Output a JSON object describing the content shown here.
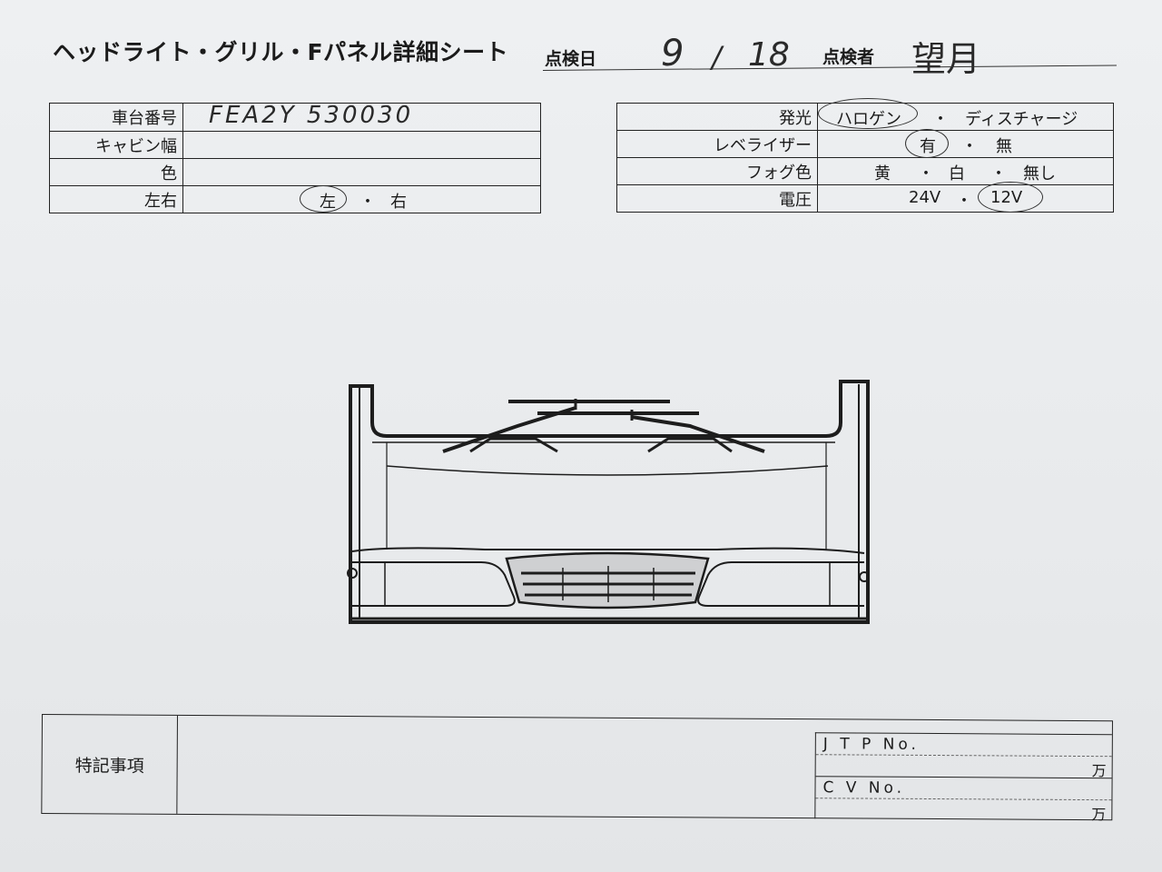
{
  "header": {
    "title": "ヘッドライト・グリル・Fパネル詳細シート",
    "inspection_date_label": "点検日",
    "inspection_date_month": "9",
    "inspection_date_sep": "/",
    "inspection_date_day": "18",
    "inspector_label": "点検者",
    "inspector_name": "望月"
  },
  "vehicle_table": {
    "rows": [
      {
        "label": "車台番号",
        "value": "FEA2Y 530030"
      },
      {
        "label": "キャビン幅",
        "value": ""
      },
      {
        "label": "色",
        "value": ""
      },
      {
        "label": "左右",
        "options": [
          "左",
          "右"
        ],
        "separator": "・",
        "selected": "左"
      }
    ]
  },
  "light_table": {
    "rows": [
      {
        "label": "発光",
        "options": [
          "ハロゲン",
          "ディスチャージ"
        ],
        "separator": "・",
        "selected": "ハロゲン"
      },
      {
        "label": "レベライザー",
        "options": [
          "有",
          "無"
        ],
        "separator": "・",
        "selected": "有"
      },
      {
        "label": "フォグ色",
        "options": [
          "黄",
          "白",
          "無し"
        ],
        "separator": "・",
        "selected": ""
      },
      {
        "label": "電圧",
        "options": [
          "24V",
          "12V"
        ],
        "separator": "・",
        "selected": "12V"
      }
    ]
  },
  "notes": {
    "label": "特記事項",
    "jtp_label": "J T P No.",
    "cv_label": "C V No.",
    "unit": "万"
  },
  "colors": {
    "paper": "#eceef0",
    "ink": "#1b1b1b"
  },
  "icons": [
    "truck-front-diagram"
  ]
}
